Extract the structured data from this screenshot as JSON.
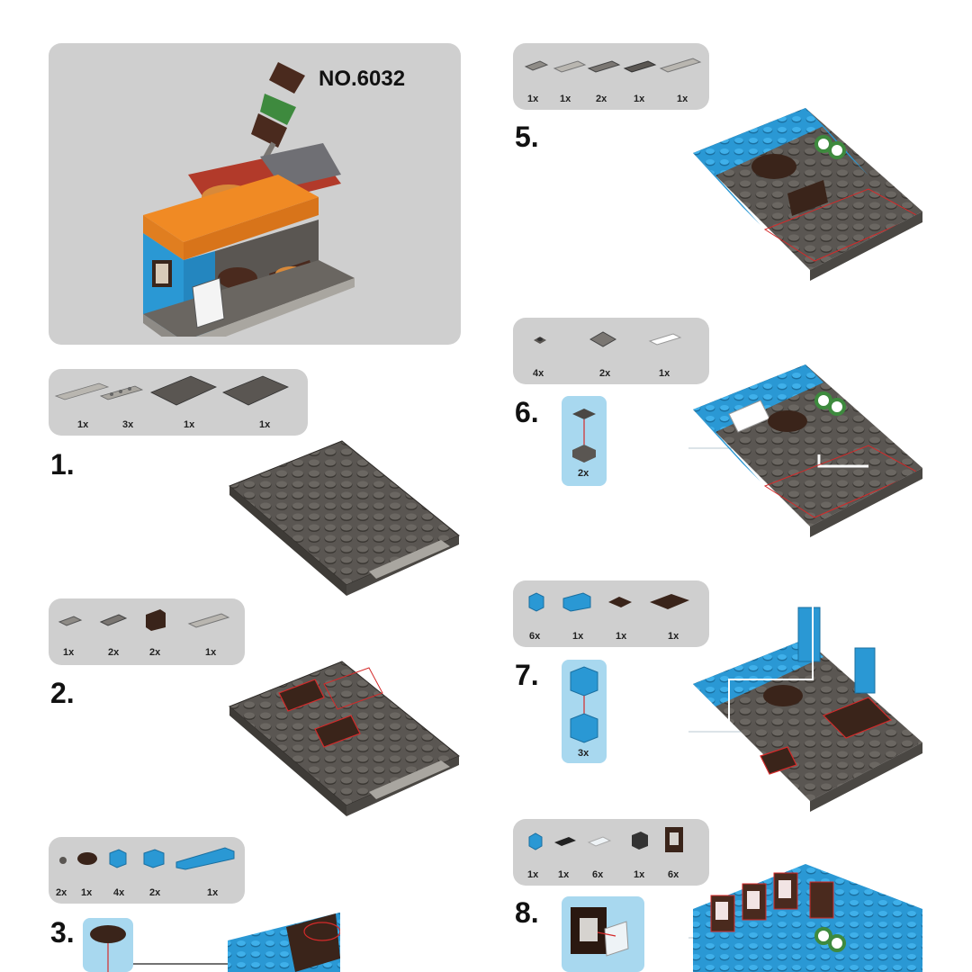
{
  "cover": {
    "model_number": "NO.6032"
  },
  "steps": [
    {
      "number": "1.",
      "parts": [
        {
          "qty": "1x",
          "icon": "light-gray-plate-1x8"
        },
        {
          "qty": "3x",
          "icon": "light-gray-plate-1x6"
        },
        {
          "qty": "1x",
          "icon": "dark-gray-plate-6x8"
        },
        {
          "qty": "1x",
          "icon": "dark-gray-plate-6x8"
        }
      ]
    },
    {
      "number": "2.",
      "parts": [
        {
          "qty": "1x",
          "icon": "gray-jumper-plate"
        },
        {
          "qty": "2x",
          "icon": "gray-tile-1x2"
        },
        {
          "qty": "2x",
          "icon": "brown-slope-brick"
        },
        {
          "qty": "1x",
          "icon": "light-gray-plate-1x4"
        }
      ]
    },
    {
      "number": "3.",
      "parts": [
        {
          "qty": "2x",
          "icon": "gray-round-plate-1x1"
        },
        {
          "qty": "1x",
          "icon": "brown-round-plate-2x2"
        },
        {
          "qty": "4x",
          "icon": "blue-brick-1x1"
        },
        {
          "qty": "2x",
          "icon": "blue-brick-1x1-side-stud"
        },
        {
          "qty": "1x",
          "icon": "blue-brick-1x6"
        }
      ],
      "callout_qty": ""
    },
    {
      "number": "5.",
      "parts": [
        {
          "qty": "1x",
          "icon": "gray-jumper-plate"
        },
        {
          "qty": "1x",
          "icon": "light-gray-tile-1x3"
        },
        {
          "qty": "2x",
          "icon": "gray-tile-1x3"
        },
        {
          "qty": "1x",
          "icon": "dark-gray-plate-1x3"
        },
        {
          "qty": "1x",
          "icon": "light-gray-plate-1x4"
        }
      ]
    },
    {
      "number": "6.",
      "parts": [
        {
          "qty": "4x",
          "icon": "dark-gray-round-plate"
        },
        {
          "qty": "2x",
          "icon": "gray-tile-2x2"
        },
        {
          "qty": "1x",
          "icon": "white-tile-1x3"
        }
      ],
      "callout_qty": "2x"
    },
    {
      "number": "7.",
      "parts": [
        {
          "qty": "6x",
          "icon": "blue-brick-1x1"
        },
        {
          "qty": "1x",
          "icon": "blue-brick-1x2"
        },
        {
          "qty": "1x",
          "icon": "brown-plate-2x2"
        },
        {
          "qty": "1x",
          "icon": "brown-plate-2x4"
        }
      ],
      "callout_qty": "3x"
    },
    {
      "number": "8.",
      "parts": [
        {
          "qty": "1x",
          "icon": "blue-brick-1x1"
        },
        {
          "qty": "1x",
          "icon": "black-plate-1x2"
        },
        {
          "qty": "6x",
          "icon": "clear-glass-pane"
        },
        {
          "qty": "1x",
          "icon": "black-brick-side-stud"
        },
        {
          "qty": "6x",
          "icon": "black-window-frame"
        }
      ],
      "callout_qty": ""
    }
  ],
  "colors": {
    "panel": "#cfcfcf",
    "callout": "#a8d8ef",
    "blue": "#2a98d4",
    "orange": "#f08a24",
    "brown": "#4a2a1e",
    "dark_gray": "#5a5652",
    "light_gray": "#a9a6a0",
    "highlight": "#d42a2a"
  }
}
